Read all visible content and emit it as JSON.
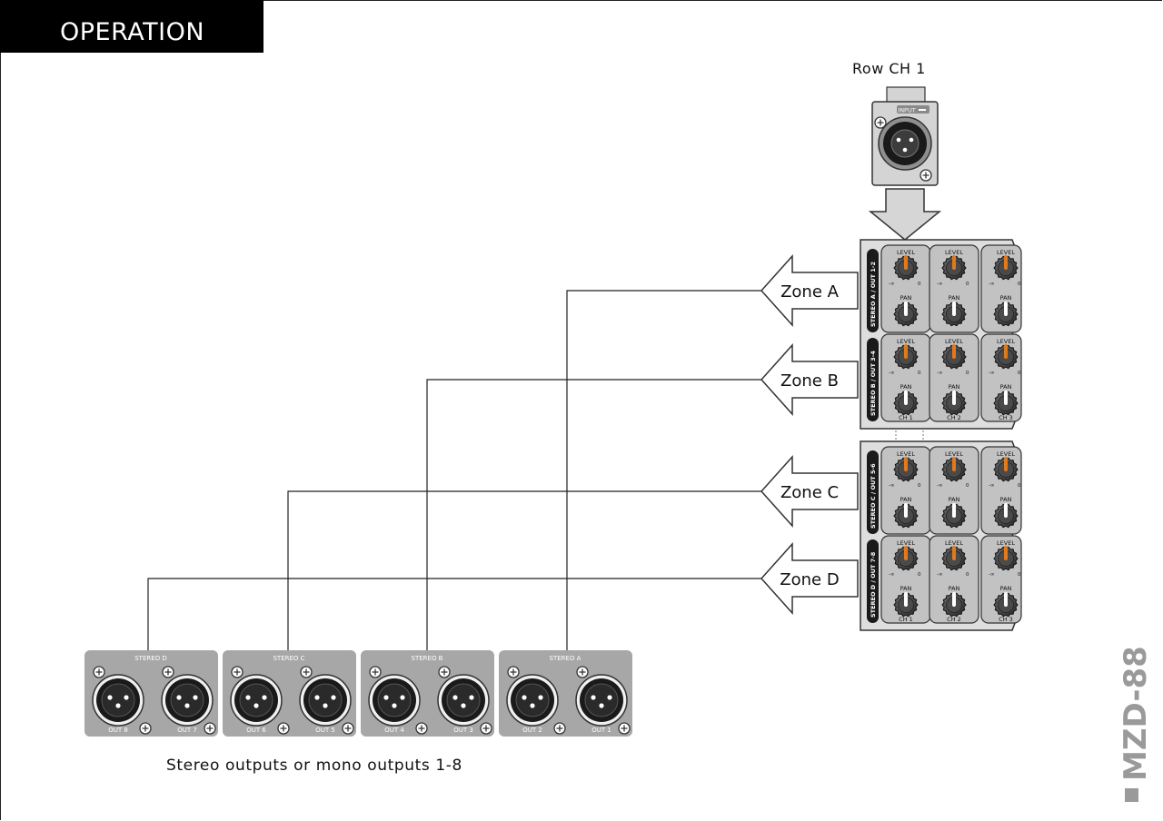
{
  "header": {
    "title": "OPERATION"
  },
  "input": {
    "label": "Row CH 1",
    "jack_label": "INPUT"
  },
  "zones": [
    {
      "label": "Zone A"
    },
    {
      "label": "Zone B"
    },
    {
      "label": "Zone C"
    },
    {
      "label": "Zone D"
    }
  ],
  "panel_strips": [
    {
      "label": "STEREO A / OUT 1-2"
    },
    {
      "label": "STEREO B / OUT 3-4"
    },
    {
      "label": "STEREO C / OUT 5-6"
    },
    {
      "label": "STEREO D / OUT 7-8"
    }
  ],
  "knob_labels": {
    "level": "LEVEL",
    "pan": "PAN"
  },
  "channels": [
    "CH 1",
    "CH 2",
    "CH 3"
  ],
  "outputs": [
    {
      "title": "STEREO D",
      "left": "OUT 8",
      "right": "OUT 7"
    },
    {
      "title": "STEREO C",
      "left": "OUT 6",
      "right": "OUT 5"
    },
    {
      "title": "STEREO B",
      "left": "OUT 4",
      "right": "OUT 3"
    },
    {
      "title": "STEREO A",
      "left": "OUT 2",
      "right": "OUT 1"
    }
  ],
  "caption": "Stereo outputs or mono outputs 1-8",
  "model": "MZD-88",
  "colors": {
    "panel": "#d4d4d4",
    "module": "#bfbfbf",
    "knob_accent": "#e07a1e",
    "ink": "#111111"
  }
}
